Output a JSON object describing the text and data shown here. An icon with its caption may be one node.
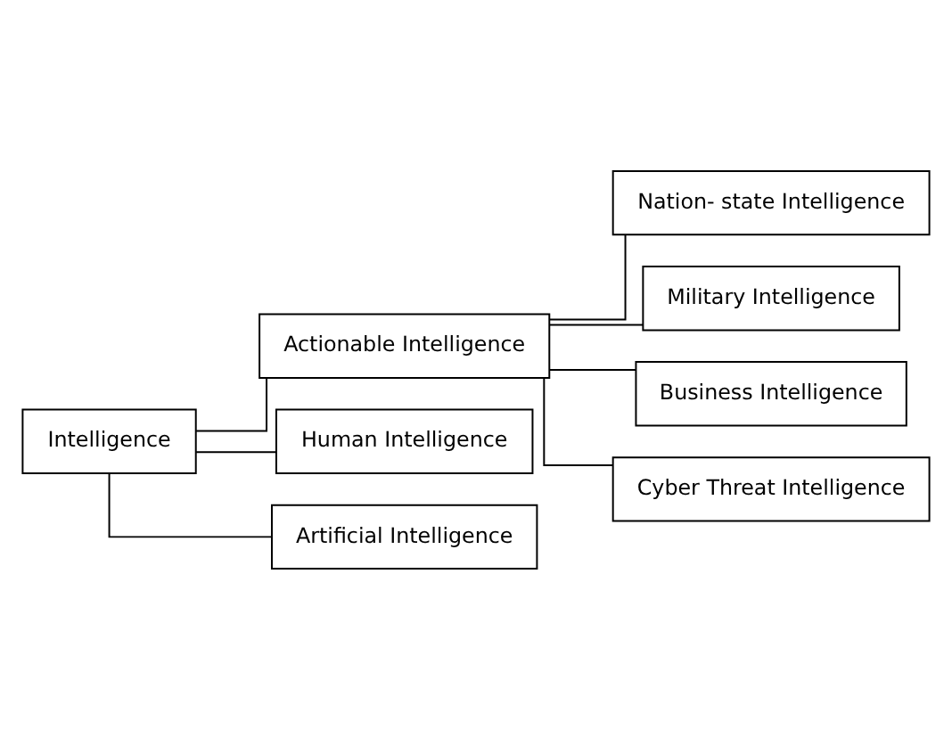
{
  "diagram": {
    "nodes": [
      {
        "text": [
          "Intelligence"
        ]
      },
      {
        "text": [
          "Actionable Intelligence"
        ]
      },
      {
        "text": [
          "Human Intelligence"
        ]
      },
      {
        "text": [
          "Artificial Intelligence"
        ]
      },
      {
        "text": [
          "Nation- state Intelligence"
        ]
      },
      {
        "text": [
          "Military Intelligence"
        ]
      },
      {
        "text": [
          "Business Intelligence"
        ]
      },
      {
        "text": [
          "Cyber Threat Intelligence"
        ]
      }
    ],
    "edges": [
      {
        "from": 0,
        "to": 1,
        "arrow": "none"
      },
      {
        "from": 0,
        "to": 2,
        "arrow": "none"
      },
      {
        "from": 0,
        "to": 3,
        "arrow": "none"
      },
      {
        "from": 1,
        "to": 4,
        "arrow": "none"
      },
      {
        "from": 1,
        "to": 5,
        "arrow": "none"
      },
      {
        "from": 1,
        "to": 6,
        "arrow": "none"
      },
      {
        "from": 1,
        "to": 7,
        "arrow": "none"
      }
    ]
  }
}
